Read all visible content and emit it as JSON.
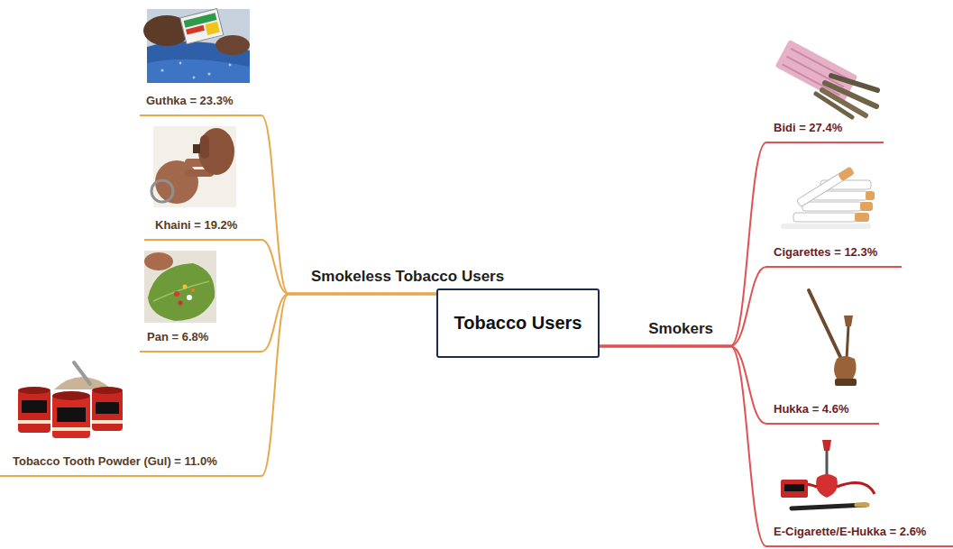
{
  "diagram": {
    "nodes": [
      {
        "text": [
          "Tobacco Users"
        ]
      },
      {
        "text": [
          "Smokeless Tobacco Users"
        ]
      },
      {
        "text": [
          "Smokers"
        ]
      },
      {
        "text": [
          "Guthka = 23.3%"
        ]
      },
      {
        "text": [
          "Khaini = 19.2%"
        ]
      },
      {
        "text": [
          "Pan = 6.8%"
        ]
      },
      {
        "text": [
          "Tobacco Tooth Powder (Gul) = 11.0%"
        ]
      },
      {
        "text": [
          "Bidi = 27.4%"
        ]
      },
      {
        "text": [
          "Cigarettes = 12.3%"
        ]
      },
      {
        "text": [
          "Hukka = 4.6%"
        ]
      },
      {
        "text": [
          "E-Cigarette/E-Hukka = 2.6%"
        ]
      }
    ],
    "edges": [
      {
        "from": 0,
        "to": 1,
        "arrow": "none"
      },
      {
        "from": 0,
        "to": 2,
        "arrow": "none"
      },
      {
        "from": 1,
        "to": 3,
        "arrow": "none"
      },
      {
        "from": 1,
        "to": 4,
        "arrow": "none"
      },
      {
        "from": 1,
        "to": 5,
        "arrow": "none"
      },
      {
        "from": 1,
        "to": 6,
        "arrow": "none"
      },
      {
        "from": 2,
        "to": 7,
        "arrow": "none"
      },
      {
        "from": 2,
        "to": 8,
        "arrow": "none"
      },
      {
        "from": 2,
        "to": 9,
        "arrow": "none"
      },
      {
        "from": 2,
        "to": 10,
        "arrow": "none"
      }
    ]
  }
}
